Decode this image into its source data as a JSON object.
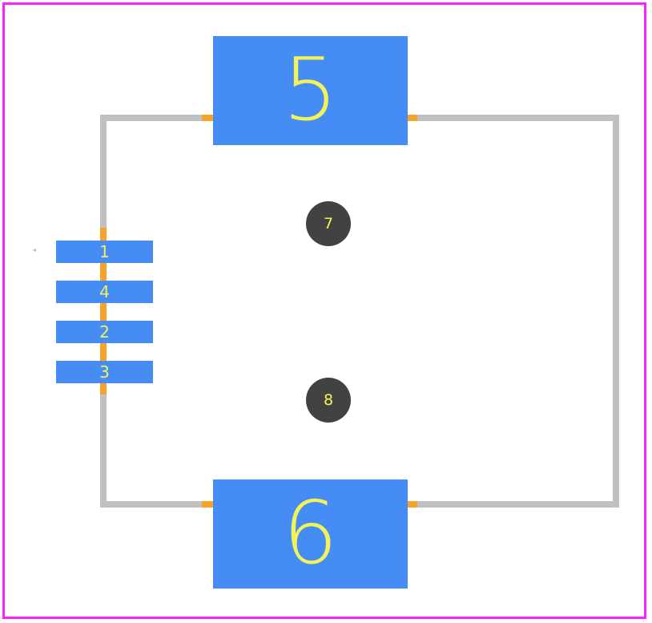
{
  "colors": {
    "board_outline": "#ff1fff",
    "silkscreen": "#c0c0c0",
    "pad": "#468cf5",
    "pad_label": "#f2f25a",
    "hole": "#424242",
    "courtyard": "#f7a229"
  },
  "pads": {
    "p5": {
      "label": "5"
    },
    "p6": {
      "label": "6"
    },
    "p1": {
      "label": "1"
    },
    "p4": {
      "label": "4"
    },
    "p2": {
      "label": "2"
    },
    "p3": {
      "label": "3"
    }
  },
  "holes": {
    "h7": {
      "label": "7"
    },
    "h8": {
      "label": "8"
    }
  }
}
